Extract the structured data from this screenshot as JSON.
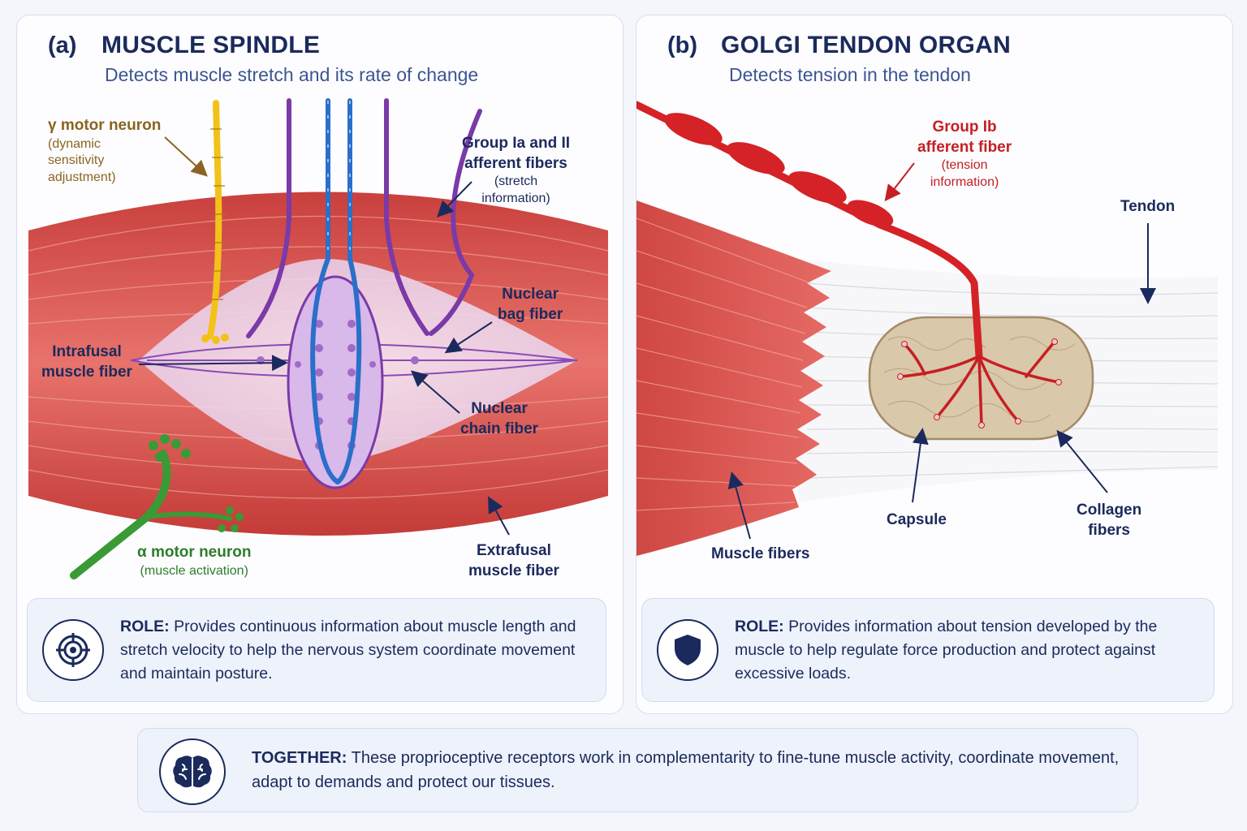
{
  "panel_a": {
    "letter": "(a)",
    "title": "MUSCLE SPINDLE",
    "subtitle": "Detects muscle stretch and its rate of change",
    "labels": {
      "gamma_title": "γ motor neuron",
      "gamma_sub_1": "(dynamic",
      "gamma_sub_2": "sensitivity",
      "gamma_sub_3": "adjustment)",
      "group_title_1": "Group Ia and II",
      "group_title_2": "afferent fibers",
      "group_sub_1": "(stretch",
      "group_sub_2": "information)",
      "bag_1": "Nuclear",
      "bag_2": "bag fiber",
      "intrafusal_1": "Intrafusal",
      "intrafusal_2": "muscle fiber",
      "chain_1": "Nuclear",
      "chain_2": "chain fiber",
      "alpha_title": "α motor neuron",
      "alpha_sub": "(muscle activation)",
      "extrafusal_1": "Extrafusal",
      "extrafusal_2": "muscle fiber"
    },
    "role_label": "ROLE:",
    "role_text": "Provides continuous information about muscle length and stretch velocity to help the nervous system coordinate movement and maintain posture."
  },
  "panel_b": {
    "letter": "(b)",
    "title": "GOLGI TENDON ORGAN",
    "subtitle": "Detects tension in the tendon",
    "labels": {
      "ib_1": "Group Ib",
      "ib_2": "afferent fiber",
      "ib_sub_1": "(tension",
      "ib_sub_2": "information)",
      "tendon": "Tendon",
      "capsule": "Capsule",
      "collagen_1": "Collagen",
      "collagen_2": "fibers",
      "muscle_fibers": "Muscle fibers"
    },
    "role_label": "ROLE:",
    "role_text": "Provides information about tension developed by the muscle to help regulate force production and protect against excessive loads."
  },
  "together": {
    "label": "TOGETHER:",
    "text": "These proprioceptive receptors work in complementarity to fine-tune muscle activity, coordinate movement, adapt to demands and protect our tissues."
  },
  "icons": {
    "panel_a_role": "target-icon",
    "panel_b_role": "shield-icon",
    "together": "brain-icon"
  },
  "colors": {
    "navy": "#1b2a5c",
    "muscle_red": "#dc5550",
    "gamma_yellow": "#f2c21a",
    "alpha_green": "#3a9a36",
    "afferent_blue": "#2a6fc9",
    "spindle_purple": "#8a4bb5",
    "ib_red": "#d42227",
    "capsule_tan": "#d9c8aa"
  }
}
